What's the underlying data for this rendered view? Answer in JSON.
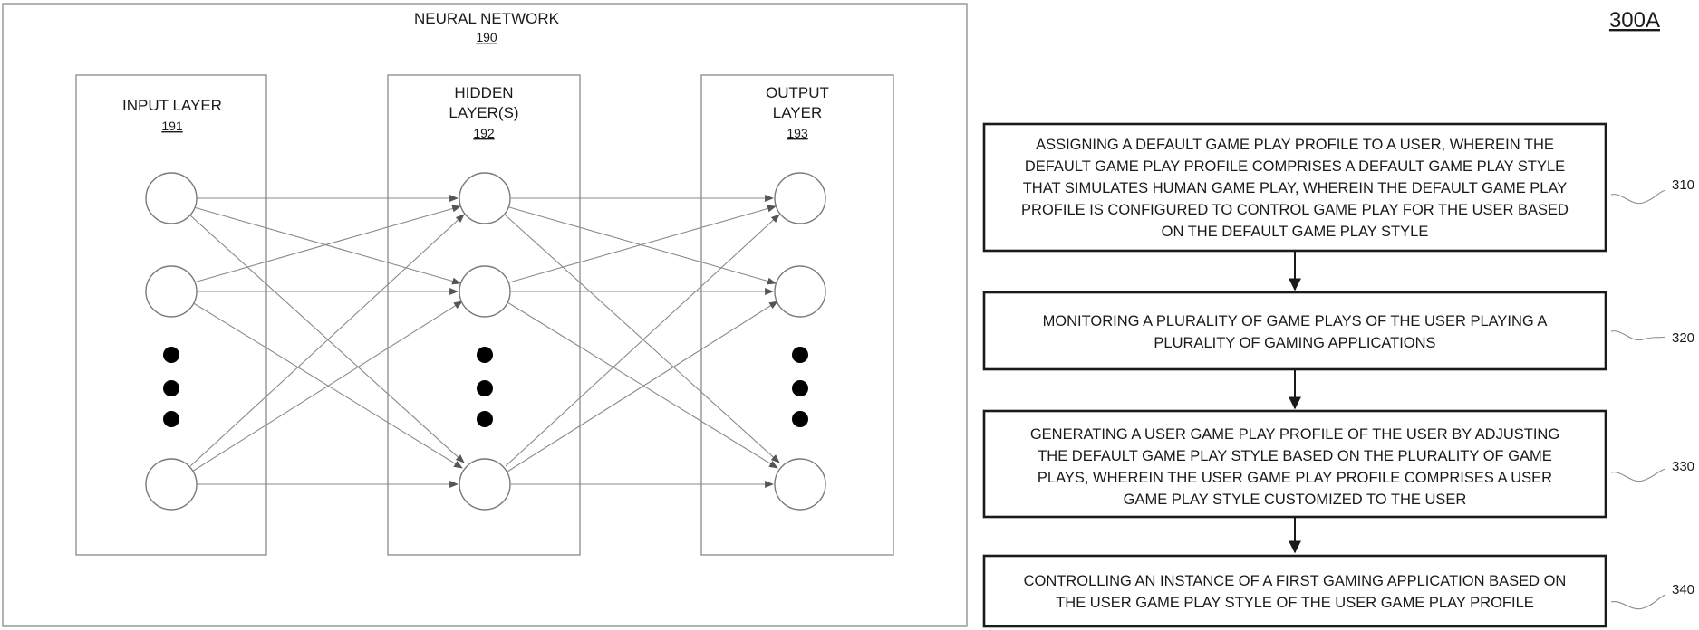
{
  "figure_label": "300A",
  "network": {
    "title": "NEURAL NETWORK",
    "number": "190",
    "layers": [
      {
        "label_lines": [
          "INPUT LAYER"
        ],
        "number": "191"
      },
      {
        "label_lines": [
          "HIDDEN",
          "LAYER(S)"
        ],
        "number": "192"
      },
      {
        "label_lines": [
          "OUTPUT",
          "LAYER"
        ],
        "number": "193"
      }
    ]
  },
  "flowchart": {
    "steps": [
      {
        "ref": "310",
        "lines": [
          "ASSIGNING A DEFAULT GAME PLAY PROFILE TO A USER, WHEREIN THE",
          "DEFAULT GAME PLAY PROFILE COMPRISES A DEFAULT GAME PLAY STYLE",
          "THAT SIMULATES HUMAN GAME PLAY, WHEREIN THE DEFAULT GAME PLAY",
          "PROFILE IS CONFIGURED TO CONTROL GAME PLAY FOR THE USER BASED",
          "ON THE DEFAULT GAME PLAY STYLE"
        ]
      },
      {
        "ref": "320",
        "lines": [
          "MONITORING A PLURALITY OF GAME PLAYS OF THE USER PLAYING A",
          "PLURALITY OF GAMING APPLICATIONS"
        ]
      },
      {
        "ref": "330",
        "lines": [
          "GENERATING A USER GAME PLAY PROFILE OF THE USER BY ADJUSTING",
          "THE DEFAULT GAME PLAY STYLE BASED ON THE PLURALITY OF GAME",
          "PLAYS, WHEREIN THE USER GAME PLAY PROFILE COMPRISES A USER",
          "GAME PLAY STYLE CUSTOMIZED TO THE USER"
        ]
      },
      {
        "ref": "340",
        "lines": [
          "CONTROLLING AN INSTANCE OF A FIRST GAMING APPLICATION BASED ON",
          "THE USER GAME PLAY STYLE OF THE USER GAME PLAY PROFILE"
        ]
      }
    ]
  }
}
